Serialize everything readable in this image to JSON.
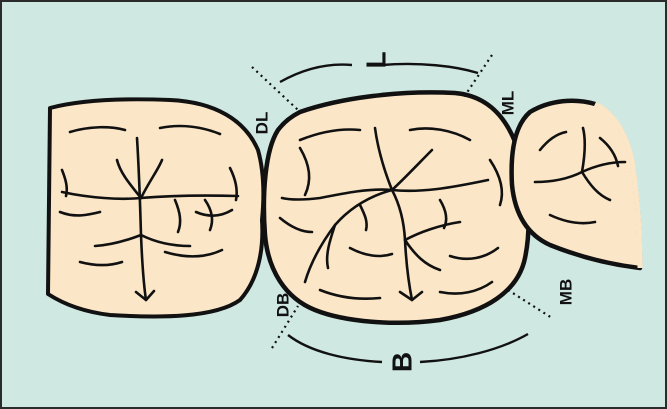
{
  "labels": {
    "lingual": "L",
    "buccal": "B",
    "distolingual": "DL",
    "mesiolingual": "ML",
    "distobuccal": "DB",
    "mesiobuccal": "MB"
  },
  "colors": {
    "background": "#cfe8e1",
    "border": "#2b2b2b",
    "tooth": "#fbe6c7",
    "outline": "#111111"
  }
}
